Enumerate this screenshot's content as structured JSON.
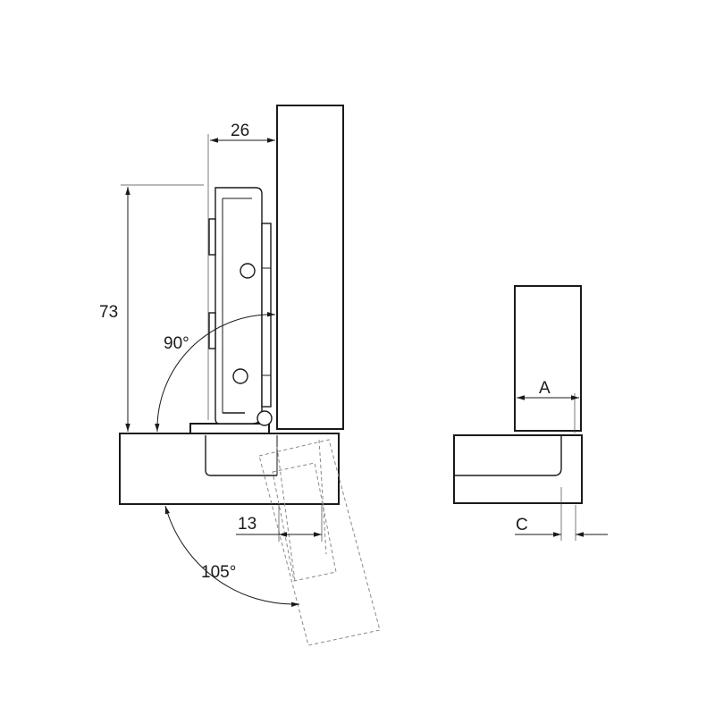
{
  "drawing": {
    "labels": {
      "dim_top_width": "26",
      "dim_height": "73",
      "angle_open": "90°",
      "dim_offset": "13",
      "angle_max": "105°",
      "dim_a": "A",
      "dim_c": "C"
    },
    "colors": {
      "line": "#1a1a1a",
      "dashed": "#888888",
      "background": "#ffffff"
    }
  }
}
